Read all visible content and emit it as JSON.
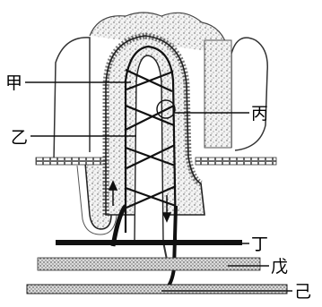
{
  "labels": {
    "jia": "甲",
    "yi": "乙",
    "bing": "丙",
    "ding": "丁",
    "wu": "戊",
    "ji": "己"
  }
}
